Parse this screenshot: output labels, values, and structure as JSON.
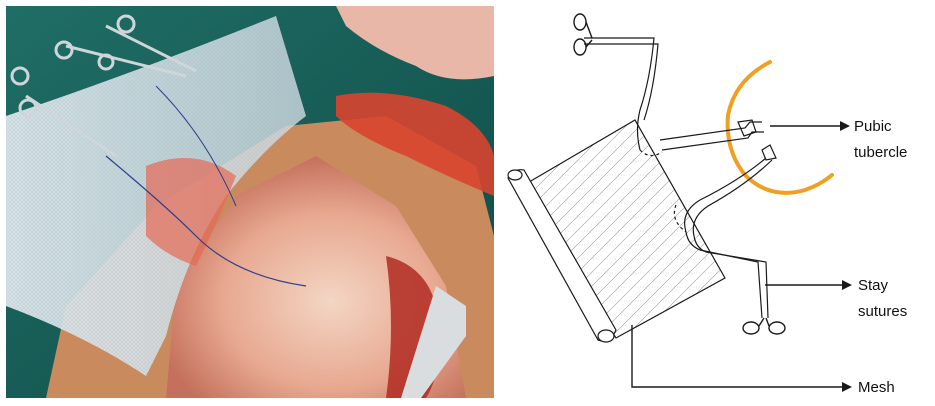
{
  "diagram": {
    "labels": {
      "pubic_tubercle_line1": "Pubic",
      "pubic_tubercle_line2": "tubercle",
      "stay_sutures_line1": "Stay",
      "stay_sutures_line2": "sutures",
      "mesh": "Mesh"
    },
    "colors": {
      "pubic_bone_arc": "#f0a020",
      "line": "#1a1a1a",
      "mesh_hatch": "#9a9a9a"
    }
  },
  "photo": {
    "content": "intraoperative photo: polypropylene mesh held by hemostats over operative field"
  }
}
